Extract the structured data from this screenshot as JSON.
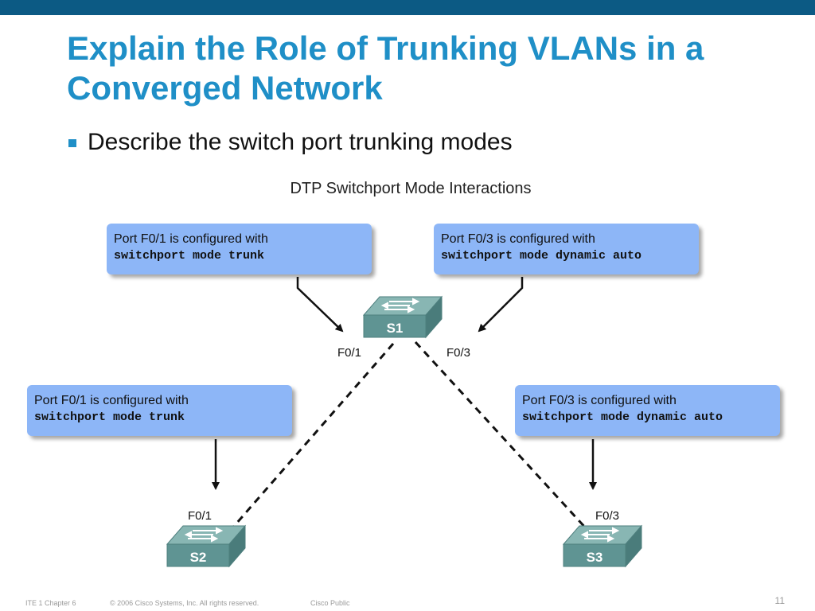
{
  "slide": {
    "title": "Explain the Role of Trunking VLANs in a Converged Network",
    "bullet": "Describe the switch port trunking modes"
  },
  "diagram": {
    "title": "DTP Switchport Mode Interactions",
    "callouts": [
      {
        "line1": "Port F0/1 is configured with",
        "line2": "switchport mode trunk"
      },
      {
        "line1": "Port F0/3 is configured with",
        "line2": "switchport mode dynamic auto"
      },
      {
        "line1": "Port F0/1 is configured with",
        "line2": "switchport mode trunk"
      },
      {
        "line1": "Port F0/3 is configured with",
        "line2": "switchport mode dynamic auto"
      }
    ],
    "switches": {
      "s1": "S1",
      "s2": "S2",
      "s3": "S3"
    },
    "ports": {
      "s1_left": "F0/1",
      "s1_right": "F0/3",
      "s2": "F0/1",
      "s3": "F0/3"
    }
  },
  "footer": {
    "chapter": "ITE 1 Chapter 6",
    "copyright": "© 2006 Cisco Systems, Inc. All rights reserved.",
    "classification": "Cisco Public",
    "page": "11"
  },
  "colors": {
    "topbar": "#0c5a84",
    "title": "#1f8fc7",
    "callout": "#8db6f7",
    "switch_body": "#5f9493"
  }
}
